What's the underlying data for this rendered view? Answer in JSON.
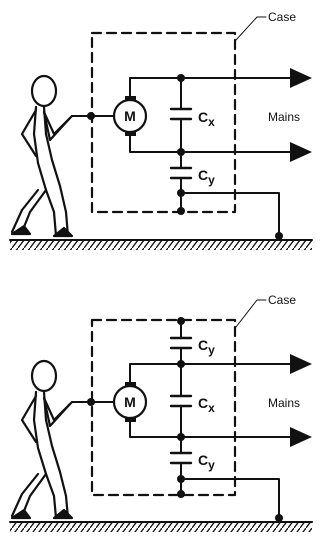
{
  "figures": [
    {
      "case_label": "Case",
      "motor_label": "M",
      "mains_label": "Mains",
      "capacitors": [
        {
          "letter": "C",
          "sub": "x"
        },
        {
          "letter": "C",
          "sub": "y"
        }
      ]
    },
    {
      "case_label": "Case",
      "motor_label": "M",
      "mains_label": "Mains",
      "capacitors": [
        {
          "letter": "C",
          "sub": "y"
        },
        {
          "letter": "C",
          "sub": "x"
        },
        {
          "letter": "C",
          "sub": "y"
        }
      ]
    }
  ],
  "colors": {
    "ink": "#111111"
  }
}
